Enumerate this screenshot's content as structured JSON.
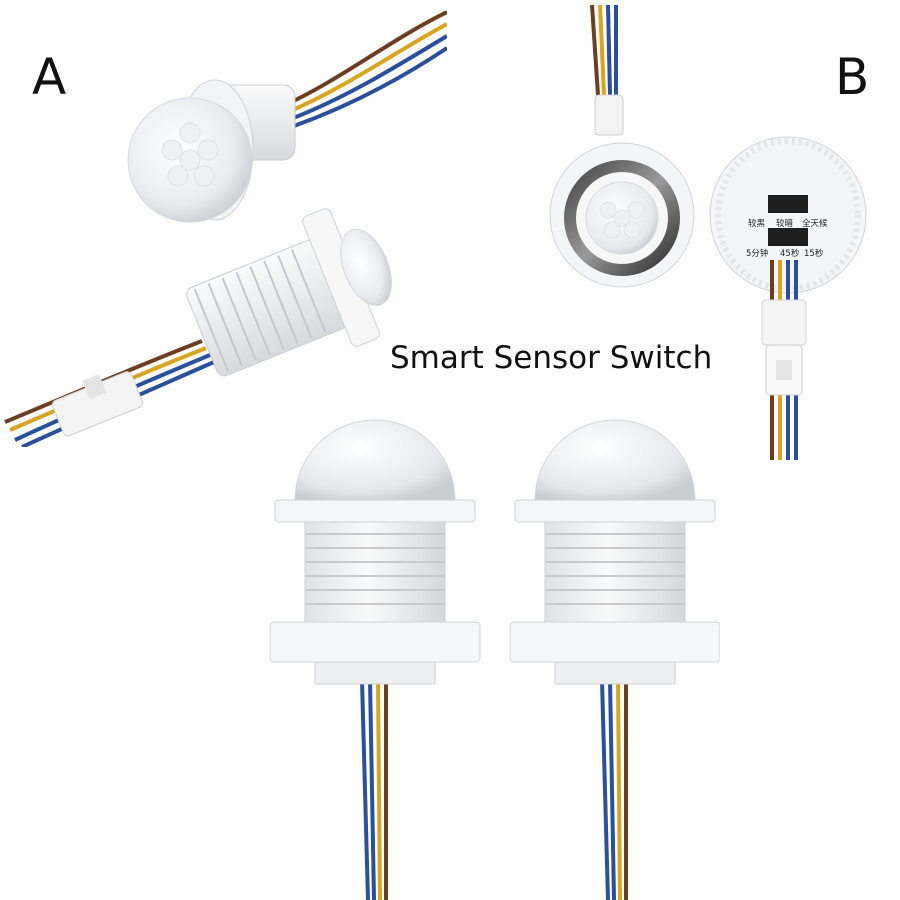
{
  "labels": {
    "a": "A",
    "b": "B",
    "caption": "Smart Sensor Switch"
  },
  "back_panel": {
    "row1": [
      "较黑",
      "较暗",
      "全天候"
    ],
    "row2": [
      "5分钟",
      "45秒",
      "15秒"
    ]
  },
  "wire_colors": {
    "brown": "#6b3e22",
    "yellow": "#d9a420",
    "blue": "#2a4f9c"
  }
}
